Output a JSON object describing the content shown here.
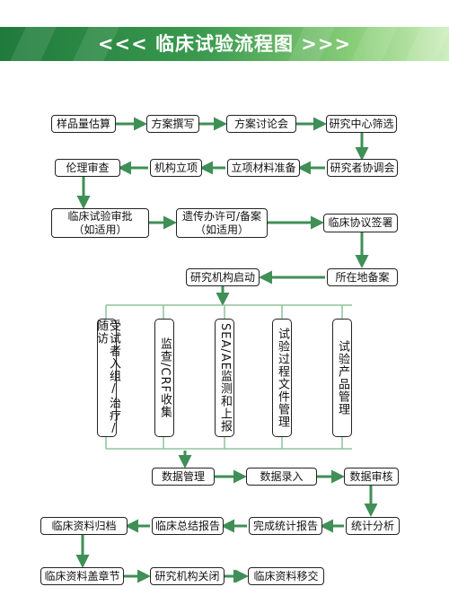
{
  "header": {
    "title": "<<< 临床试验流程图 >>>"
  },
  "colors": {
    "arrow": "#3f8f56",
    "line": "#8fc49a",
    "banner": "#2e8b45"
  },
  "nodes": {
    "n1": "样品量估算",
    "n2": "方案撰写",
    "n3": "方案讨论会",
    "n4": "研究中心筛选",
    "n5": "研究者协调会",
    "n6": "立项材料准备",
    "n7": "机构立项",
    "n8": "伦理审查",
    "n9a": "临床试验审批",
    "n9b": "（如适用）",
    "n10a": "遗传办许可/备案",
    "n10b": "（如适用）",
    "n11": "临床协议签署",
    "n12": "所在地备案",
    "n13": "研究机构启动",
    "v1": "受试者入组/治疗/随访",
    "v2": "监查/CRF收集",
    "v3a": "SEA/AE",
    "v3b": "监测和上报",
    "v4": "试验过程文件管理",
    "v5": "试验产品管理",
    "n14": "数据管理",
    "n15": "数据录入",
    "n16": "数据审核",
    "n17": "统计分析",
    "n18": "完成统计报告",
    "n19": "临床总结报告",
    "n20": "临床资料归档",
    "n21": "临床资料盖章节",
    "n22": "研究机构关闭",
    "n23": "临床资料移交"
  }
}
